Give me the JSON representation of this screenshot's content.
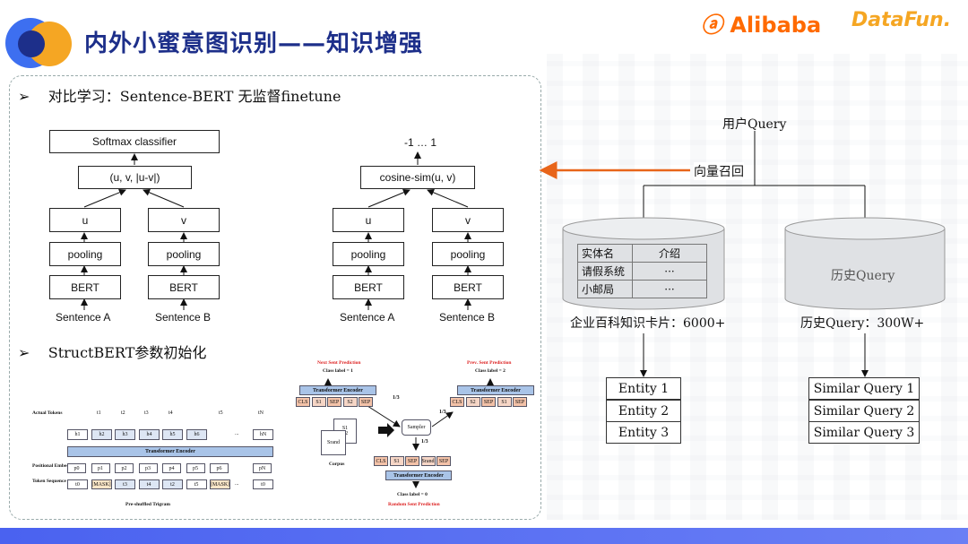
{
  "header": {
    "title": "内外小蜜意图识别——知识增强",
    "brand_alibaba": "Alibaba",
    "brand_datafun": "DataFun."
  },
  "left": {
    "bullet1": "对比学习：Sentence-BERT 无监督finetune",
    "bullet2": "StructBERT参数初始化",
    "sbert_left": {
      "top": "Softmax classifier",
      "concat": "(u, v, |u-v|)",
      "u": "u",
      "v": "v",
      "pool": "pooling",
      "bert": "BERT",
      "sa": "Sentence A",
      "sb": "Sentence B"
    },
    "sbert_right": {
      "top": "-1 … 1",
      "cos": "cosine-sim(u, v)",
      "u": "u",
      "v": "v",
      "pool": "pooling",
      "bert": "BERT",
      "sa": "Sentence A",
      "sb": "Sentence B"
    },
    "struct_left": {
      "actual": "Actual Tokens",
      "encoder": "Transformer Encoder",
      "pos": "Positional Embedding",
      "tokseq": "Token Sequence",
      "trigram": "Pre-shuffled Trigram",
      "t_top": [
        "t1",
        "t2",
        "t3",
        "t4",
        "t5",
        "tN"
      ],
      "h": [
        "h1",
        "h2",
        "h3",
        "h4",
        "h5",
        "h6",
        "hN"
      ],
      "p": [
        "p0",
        "p1",
        "p2",
        "p3",
        "p4",
        "p5",
        "p6",
        "pN"
      ],
      "tok": [
        "t0",
        "[MASK]",
        "t3",
        "t4",
        "t2",
        "t5",
        "[MASK]",
        "t0"
      ],
      "dots": "..."
    },
    "struct_right": {
      "next": "Next Sent Prediction",
      "prev": "Prev. Sent Prediction",
      "rand": "Random Sent Prediction",
      "cl1": "Class label = 1",
      "cl2": "Class label = 2",
      "cl0": "Class label = 0",
      "enc": "Transformer Encoder",
      "sampler": "Sampler",
      "corpus": "Corpus",
      "third": "1/3",
      "seq1": [
        "CLS",
        "S1",
        "SEP",
        "S2",
        "SEP"
      ],
      "seq2": [
        "CLS",
        "S2",
        "SEP",
        "S1",
        "SEP"
      ],
      "seq3": [
        "CLS",
        "S1",
        "SEP",
        "Srand",
        "SEP"
      ],
      "s1": "S1",
      "s2": "S2",
      "srand": "Srand"
    }
  },
  "right": {
    "user_query": "用户Query",
    "vector_recall": "向量召回",
    "table_headers": [
      "实体名",
      "介绍"
    ],
    "table_rows": [
      [
        "请假系统",
        "···"
      ],
      [
        "小邮局",
        "···"
      ]
    ],
    "hist_cyl": "历史Query",
    "kb_label": "企业百科知识卡片：6000+",
    "hist_label": "历史Query：300W+",
    "entities": [
      "Entity 1",
      "Entity 2",
      "Entity 3"
    ],
    "similar": [
      "Similar Query 1",
      "Similar Query 2",
      "Similar Query 3"
    ]
  },
  "colors": {
    "title": "#1d2f8a",
    "arrow": "#e8651a",
    "bar": "#4a62f0",
    "encoder": "#a9c4e8",
    "sep": "#f3c2a8"
  }
}
